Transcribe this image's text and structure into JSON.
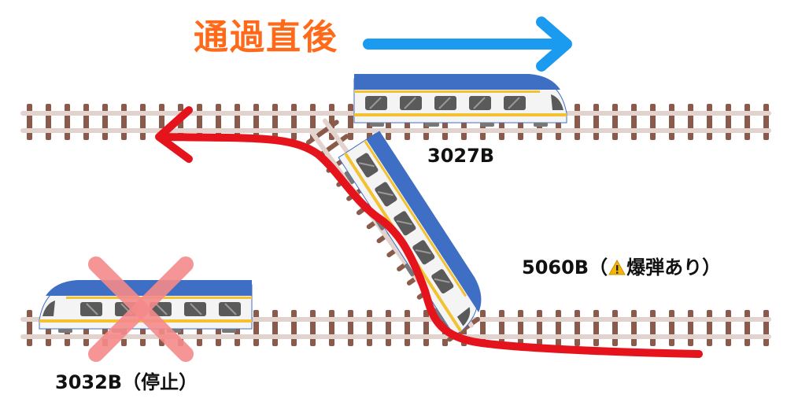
{
  "heading": "通過直後",
  "trains": {
    "top": {
      "label": "3027B"
    },
    "middle": {
      "label_id": "5060B",
      "label_open": "（",
      "label_note": "爆弾あり）"
    },
    "bottom": {
      "label": "3032B（停止）"
    }
  },
  "colors": {
    "heading": "#ff6a1a",
    "forward_arrow": "#1a9bf0",
    "route_arrow": "#e5141c",
    "stop_cross": "#f58a8a",
    "rail": "#e2d3cf",
    "sleeper": "#8a5a4b",
    "train_body": "#f4f4f4",
    "train_stripe_blue": "#3f6fc4",
    "train_stripe_yellow": "#f2c233",
    "train_window": "#5a5a5a",
    "warning": "#f2b705"
  },
  "icons": {
    "warning": "warning-icon",
    "stop": "stop-cross-icon"
  }
}
